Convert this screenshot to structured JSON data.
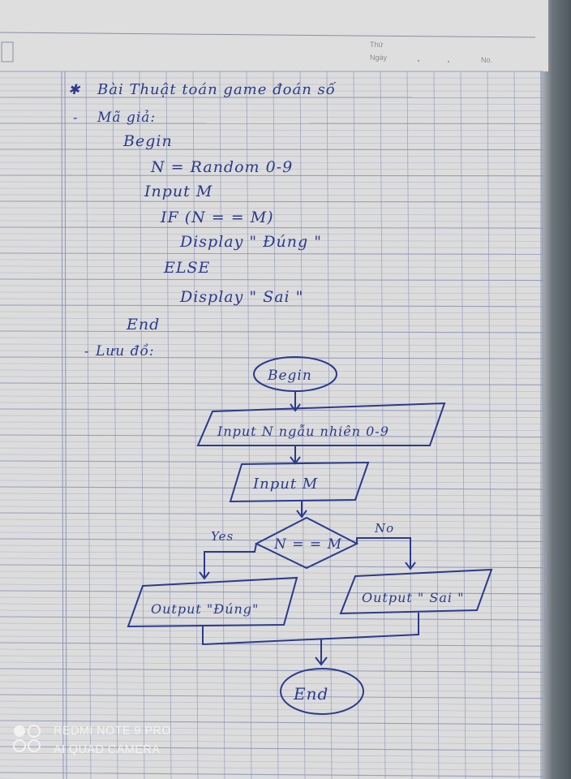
{
  "header": {
    "thu_label": "Thứ",
    "ngay_label": "Ngày",
    "no_label": "No."
  },
  "notes": {
    "title": "Bài Thuật toán game đoán số",
    "pseudocode_label": "Mã giả:",
    "lines": [
      "Begin",
      "N = Random 0-9",
      "Input M",
      "IF (N = = M)",
      "Display \" Đúng \"",
      "ELSE",
      "Display \" Sai \"",
      "End"
    ],
    "flowchart_label": "Lưu đồ:"
  },
  "flowchart": {
    "begin": "Begin",
    "input_n": "Input N ngẫu nhiên 0-9",
    "input_m": "Input M",
    "decision": "N = = M",
    "yes_label": "Yes",
    "no_label": "No",
    "output_yes": "Output \"Đúng\"",
    "output_no": "Output \" Sai \"",
    "end": "End"
  },
  "watermark": {
    "line1": "REDMI NOTE 9 PRO",
    "line2": "AI QUAD CAMERA"
  },
  "colors": {
    "ink": "#2b3a8c",
    "paper": "#dcdcdc",
    "rule_line": "#8b94b8"
  }
}
